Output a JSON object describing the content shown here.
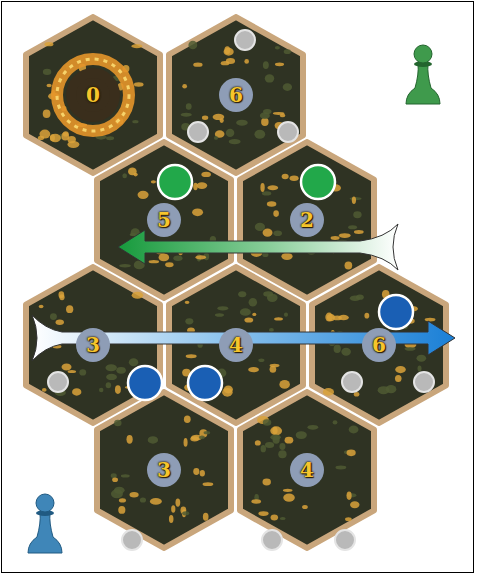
{
  "diagram": {
    "nodes": [
      {
        "text": [
          "0"
        ]
      },
      {
        "text": [
          "6"
        ]
      },
      {
        "text": [
          "5"
        ]
      },
      {
        "text": [
          "2"
        ]
      },
      {
        "text": [
          "3"
        ]
      },
      {
        "text": [
          "4"
        ]
      },
      {
        "text": [
          "6"
        ]
      },
      {
        "text": [
          "3"
        ]
      },
      {
        "text": [
          "4"
        ]
      }
    ]
  }
}
